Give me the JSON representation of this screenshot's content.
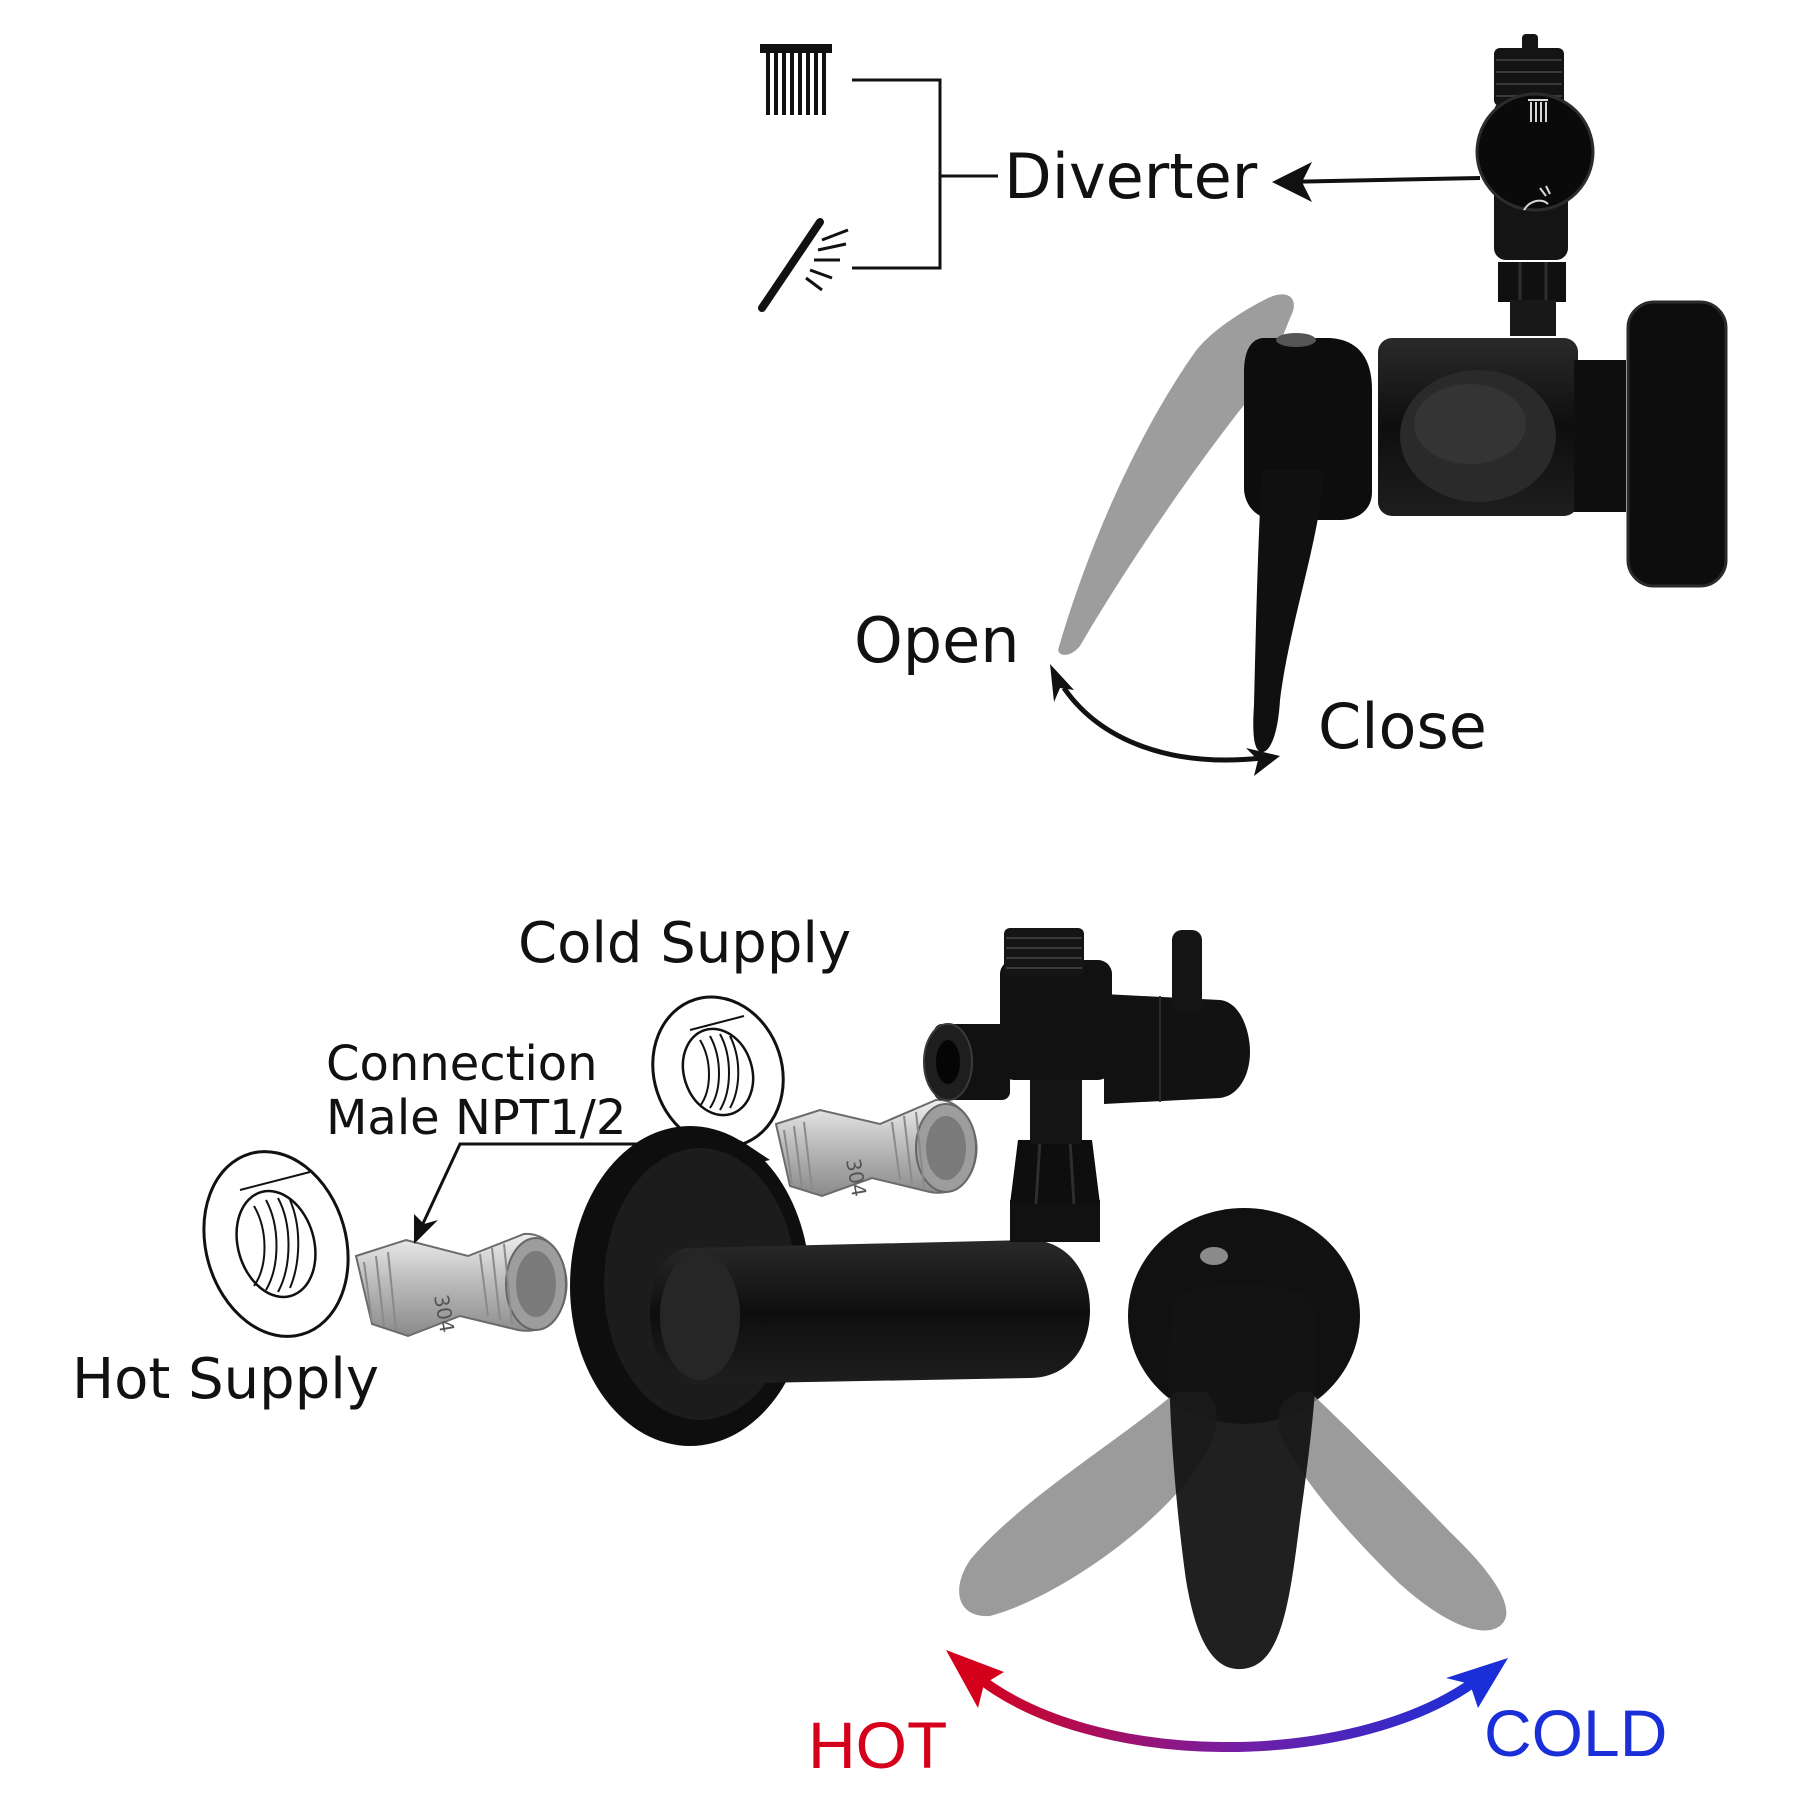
{
  "labels": {
    "diverter": "Diverter",
    "open": "Open",
    "close": "Close",
    "cold_supply": "Cold Supply",
    "connection_line1": "Connection",
    "connection_line2": "Male NPT1/2",
    "hot_supply": "Hot Supply",
    "hot": "HOT",
    "cold": "COLD",
    "fitting_stamp": "304"
  },
  "icons": {
    "rain_shower": "rain-shower-icon",
    "hand_shower": "hand-shower-icon"
  },
  "colors": {
    "faucet_black": "#121212",
    "handle_ghost": "#8c8c8c",
    "fitting_steel": "#c9c9c9",
    "hot": "#d5001c",
    "cold": "#1b2fd8",
    "line": "#111111"
  }
}
